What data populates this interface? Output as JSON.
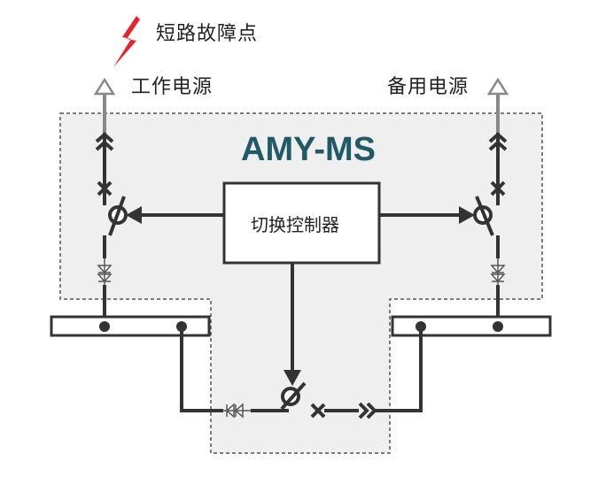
{
  "labels": {
    "fault_point": "短路故障点",
    "main_power": "工作电源",
    "backup_power": "备用电源"
  },
  "device": {
    "title": "AMY-MS",
    "controller": "切换控制器"
  },
  "colors": {
    "title": "#1f5a66",
    "lightning": "#e8222a",
    "line": "#333333",
    "panel": "#efefef",
    "arrow_outline": "#888888"
  },
  "icons": {
    "fault": "lightning-bolt-icon",
    "source_arrow": "open-arrow-up-icon",
    "breaker": "x-mark-icon",
    "switch": "switch-icon",
    "connector": "double-chevron-icon",
    "diode": "diode-icon",
    "node": "junction-dot-icon"
  }
}
